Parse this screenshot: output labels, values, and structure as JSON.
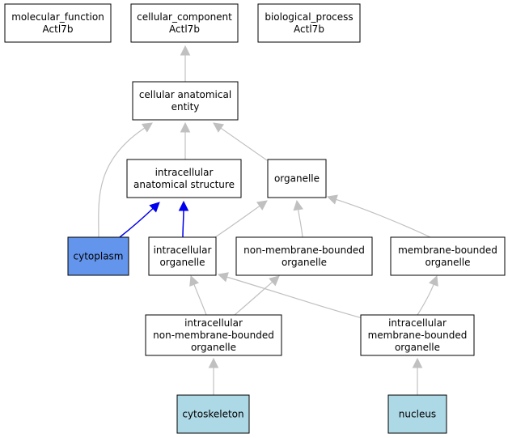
{
  "graph": {
    "nodes": [
      {
        "id": "molecular-function",
        "lines": [
          "molecular_function",
          "Actl7b"
        ],
        "fill": "#ffffff"
      },
      {
        "id": "cellular-component",
        "lines": [
          "cellular_component",
          "Actl7b"
        ],
        "fill": "#ffffff"
      },
      {
        "id": "biological-process",
        "lines": [
          "biological_process",
          "Actl7b"
        ],
        "fill": "#ffffff"
      },
      {
        "id": "cellular-anatomical-entity",
        "lines": [
          "cellular anatomical",
          "entity"
        ],
        "fill": "#ffffff"
      },
      {
        "id": "intracellular-anatomical-structure",
        "lines": [
          "intracellular",
          "anatomical structure"
        ],
        "fill": "#ffffff"
      },
      {
        "id": "organelle",
        "lines": [
          "organelle"
        ],
        "fill": "#ffffff"
      },
      {
        "id": "cytoplasm",
        "lines": [
          "cytoplasm"
        ],
        "fill": "#6495ed"
      },
      {
        "id": "intracellular-organelle",
        "lines": [
          "intracellular",
          "organelle"
        ],
        "fill": "#ffffff"
      },
      {
        "id": "non-membrane-bounded-organelle",
        "lines": [
          "non-membrane-bounded",
          "organelle"
        ],
        "fill": "#ffffff"
      },
      {
        "id": "membrane-bounded-organelle",
        "lines": [
          "membrane-bounded",
          "organelle"
        ],
        "fill": "#ffffff"
      },
      {
        "id": "intracellular-non-membrane-bounded-organelle",
        "lines": [
          "intracellular",
          "non-membrane-bounded",
          "organelle"
        ],
        "fill": "#ffffff"
      },
      {
        "id": "intracellular-membrane-bounded-organelle",
        "lines": [
          "intracellular",
          "membrane-bounded",
          "organelle"
        ],
        "fill": "#ffffff"
      },
      {
        "id": "cytoskeleton",
        "lines": [
          "cytoskeleton"
        ],
        "fill": "#add8e6"
      },
      {
        "id": "nucleus",
        "lines": [
          "nucleus"
        ],
        "fill": "#add8e6"
      }
    ],
    "edges": [
      {
        "from": "cellular-anatomical-entity",
        "to": "cellular-component",
        "color": "#c0c0c0"
      },
      {
        "from": "intracellular-anatomical-structure",
        "to": "cellular-anatomical-entity",
        "color": "#c0c0c0"
      },
      {
        "from": "organelle",
        "to": "cellular-anatomical-entity",
        "color": "#c0c0c0"
      },
      {
        "from": "cytoplasm",
        "to": "cellular-anatomical-entity",
        "color": "#c0c0c0"
      },
      {
        "from": "cytoplasm",
        "to": "intracellular-anatomical-structure",
        "color": "#0000ee"
      },
      {
        "from": "intracellular-organelle",
        "to": "intracellular-anatomical-structure",
        "color": "#0000ee"
      },
      {
        "from": "intracellular-organelle",
        "to": "organelle",
        "color": "#c0c0c0"
      },
      {
        "from": "non-membrane-bounded-organelle",
        "to": "organelle",
        "color": "#c0c0c0"
      },
      {
        "from": "membrane-bounded-organelle",
        "to": "organelle",
        "color": "#c0c0c0"
      },
      {
        "from": "intracellular-non-membrane-bounded-organelle",
        "to": "intracellular-organelle",
        "color": "#c0c0c0"
      },
      {
        "from": "intracellular-non-membrane-bounded-organelle",
        "to": "non-membrane-bounded-organelle",
        "color": "#c0c0c0"
      },
      {
        "from": "intracellular-membrane-bounded-organelle",
        "to": "intracellular-organelle",
        "color": "#c0c0c0"
      },
      {
        "from": "intracellular-membrane-bounded-organelle",
        "to": "membrane-bounded-organelle",
        "color": "#c0c0c0"
      },
      {
        "from": "cytoskeleton",
        "to": "intracellular-non-membrane-bounded-organelle",
        "color": "#c0c0c0"
      },
      {
        "from": "nucleus",
        "to": "intracellular-membrane-bounded-organelle",
        "color": "#c0c0c0"
      }
    ]
  }
}
